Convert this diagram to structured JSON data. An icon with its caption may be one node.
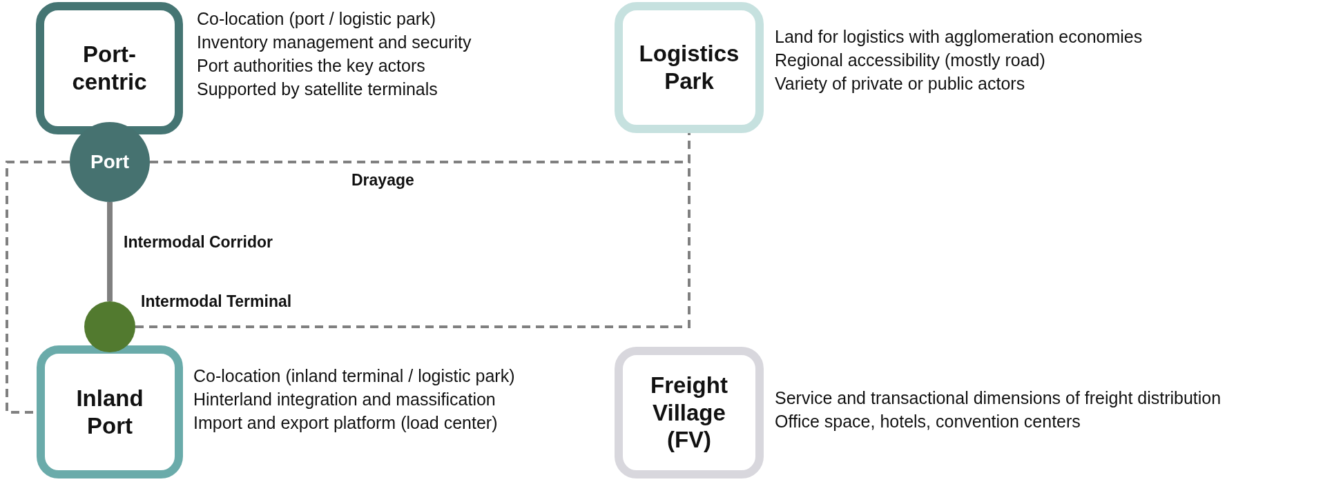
{
  "diagram": {
    "nodes": [
      {
        "text": [
          "Port-centric"
        ],
        "beside": [
          "Co-location (port / logistic park)",
          "Inventory management and security",
          "Port authorities the key actors",
          "Supported by satellite terminals"
        ]
      },
      {
        "text": [
          "Logistics Park"
        ],
        "beside": [
          "Land for logistics with agglomeration economies",
          "Regional accessibility (mostly road)",
          "Variety of private or public actors"
        ]
      },
      {
        "text": [
          "Port"
        ]
      },
      {
        "text": [],
        "shape": "circle",
        "beside": [
          "Intermodal Terminal"
        ]
      },
      {
        "text": [
          "Inland Port"
        ],
        "beside": [
          "Co-location (inland terminal / logistic park)",
          "Hinterland integration and massification",
          "Import and export platform (load center)"
        ]
      },
      {
        "text": [
          "Freight Village (FV)"
        ],
        "beside": [
          "Service and transactional dimensions of freight distribution",
          "Office space, hotels, convention centers"
        ]
      }
    ],
    "edges": [
      {
        "from": 2,
        "to": 1,
        "arrow": "none",
        "style": "dashed",
        "label": "Drayage"
      },
      {
        "from": 3,
        "to": 1,
        "arrow": "none",
        "style": "dashed"
      },
      {
        "from": 2,
        "to": 4,
        "arrow": "none",
        "style": "dashed"
      },
      {
        "from": 2,
        "to": 3,
        "arrow": "none",
        "style": "thick",
        "label": "Intermodal Corridor"
      }
    ]
  }
}
